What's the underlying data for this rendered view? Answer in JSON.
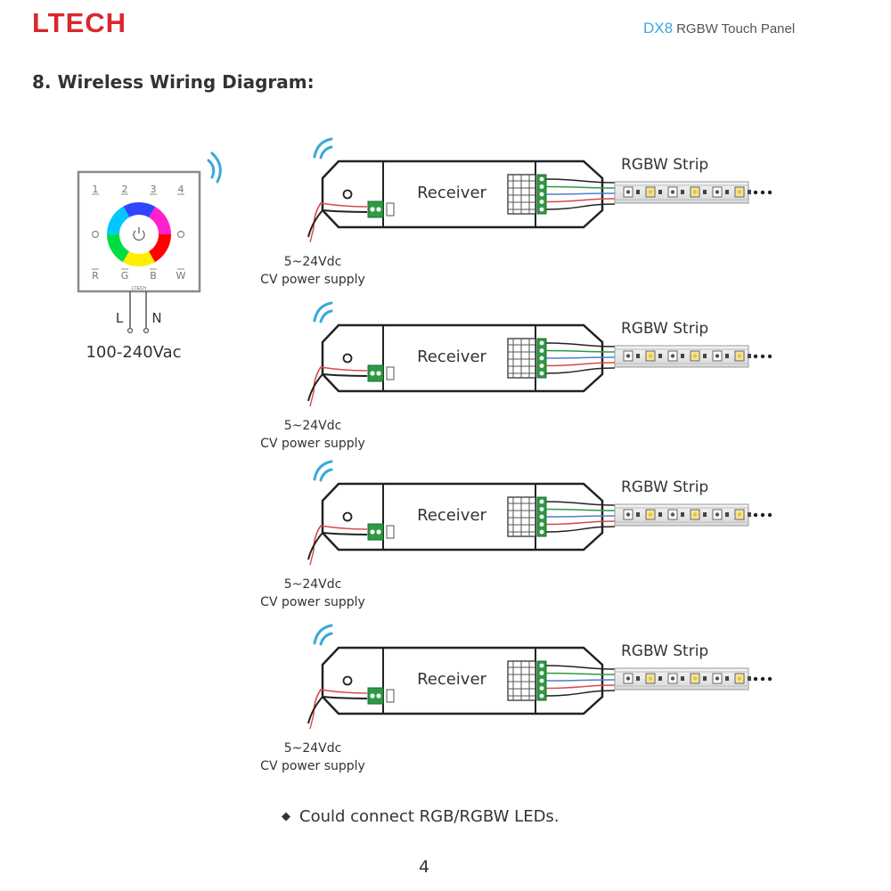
{
  "header": {
    "brand": "LTECH",
    "model": "DX8",
    "product_title": "RGBW Touch Panel"
  },
  "section_title": "8. Wireless Wiring Diagram:",
  "panel": {
    "zone_labels": [
      "1",
      "2",
      "3",
      "4"
    ],
    "channel_labels": [
      "R",
      "G",
      "B",
      "W"
    ],
    "panel_brand": "LTECH",
    "wire_labels": [
      "L",
      "N"
    ],
    "input_voltage": "100-240Vac"
  },
  "receivers": [
    {
      "label": "Receiver",
      "strip_label": "RGBW Strip",
      "supply_voltage": "5~24Vdc",
      "supply_label": "CV power supply"
    },
    {
      "label": "Receiver",
      "strip_label": "RGBW Strip",
      "supply_voltage": "5~24Vdc",
      "supply_label": "CV power supply"
    },
    {
      "label": "Receiver",
      "strip_label": "RGBW Strip",
      "supply_voltage": "5~24Vdc",
      "supply_label": "CV power supply"
    },
    {
      "label": "Receiver",
      "strip_label": "RGBW Strip",
      "supply_voltage": "5~24Vdc",
      "supply_label": "CV power supply"
    }
  ],
  "wire_colors": [
    "#222222",
    "#2e9a44",
    "#4a7fd0",
    "#d84a4a",
    "#222222"
  ],
  "accent_colors": {
    "brand": "#d9272e",
    "wireless": "#3aa8dc",
    "terminal": "#2e9a44"
  },
  "note": "Could connect RGB/RGBW LEDs.",
  "page_number": "4"
}
